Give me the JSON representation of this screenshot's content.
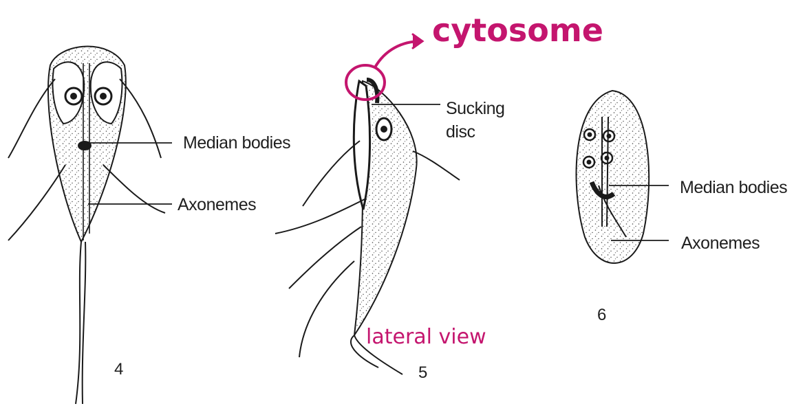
{
  "figure_4": {
    "number": "4",
    "labels": {
      "median_bodies": "Median bodies",
      "axonemes": "Axonemes"
    }
  },
  "figure_5": {
    "number": "5",
    "labels": {
      "sucking_disc_line1": "Sucking",
      "sucking_disc_line2": "disc"
    }
  },
  "figure_6": {
    "number": "6",
    "labels": {
      "median_bodies": "Median bodies",
      "axonemes": "Axonemes"
    }
  },
  "annotations": {
    "cytosome": "cytosome",
    "lateral_view": "lateral view",
    "color": "#c4156e"
  }
}
